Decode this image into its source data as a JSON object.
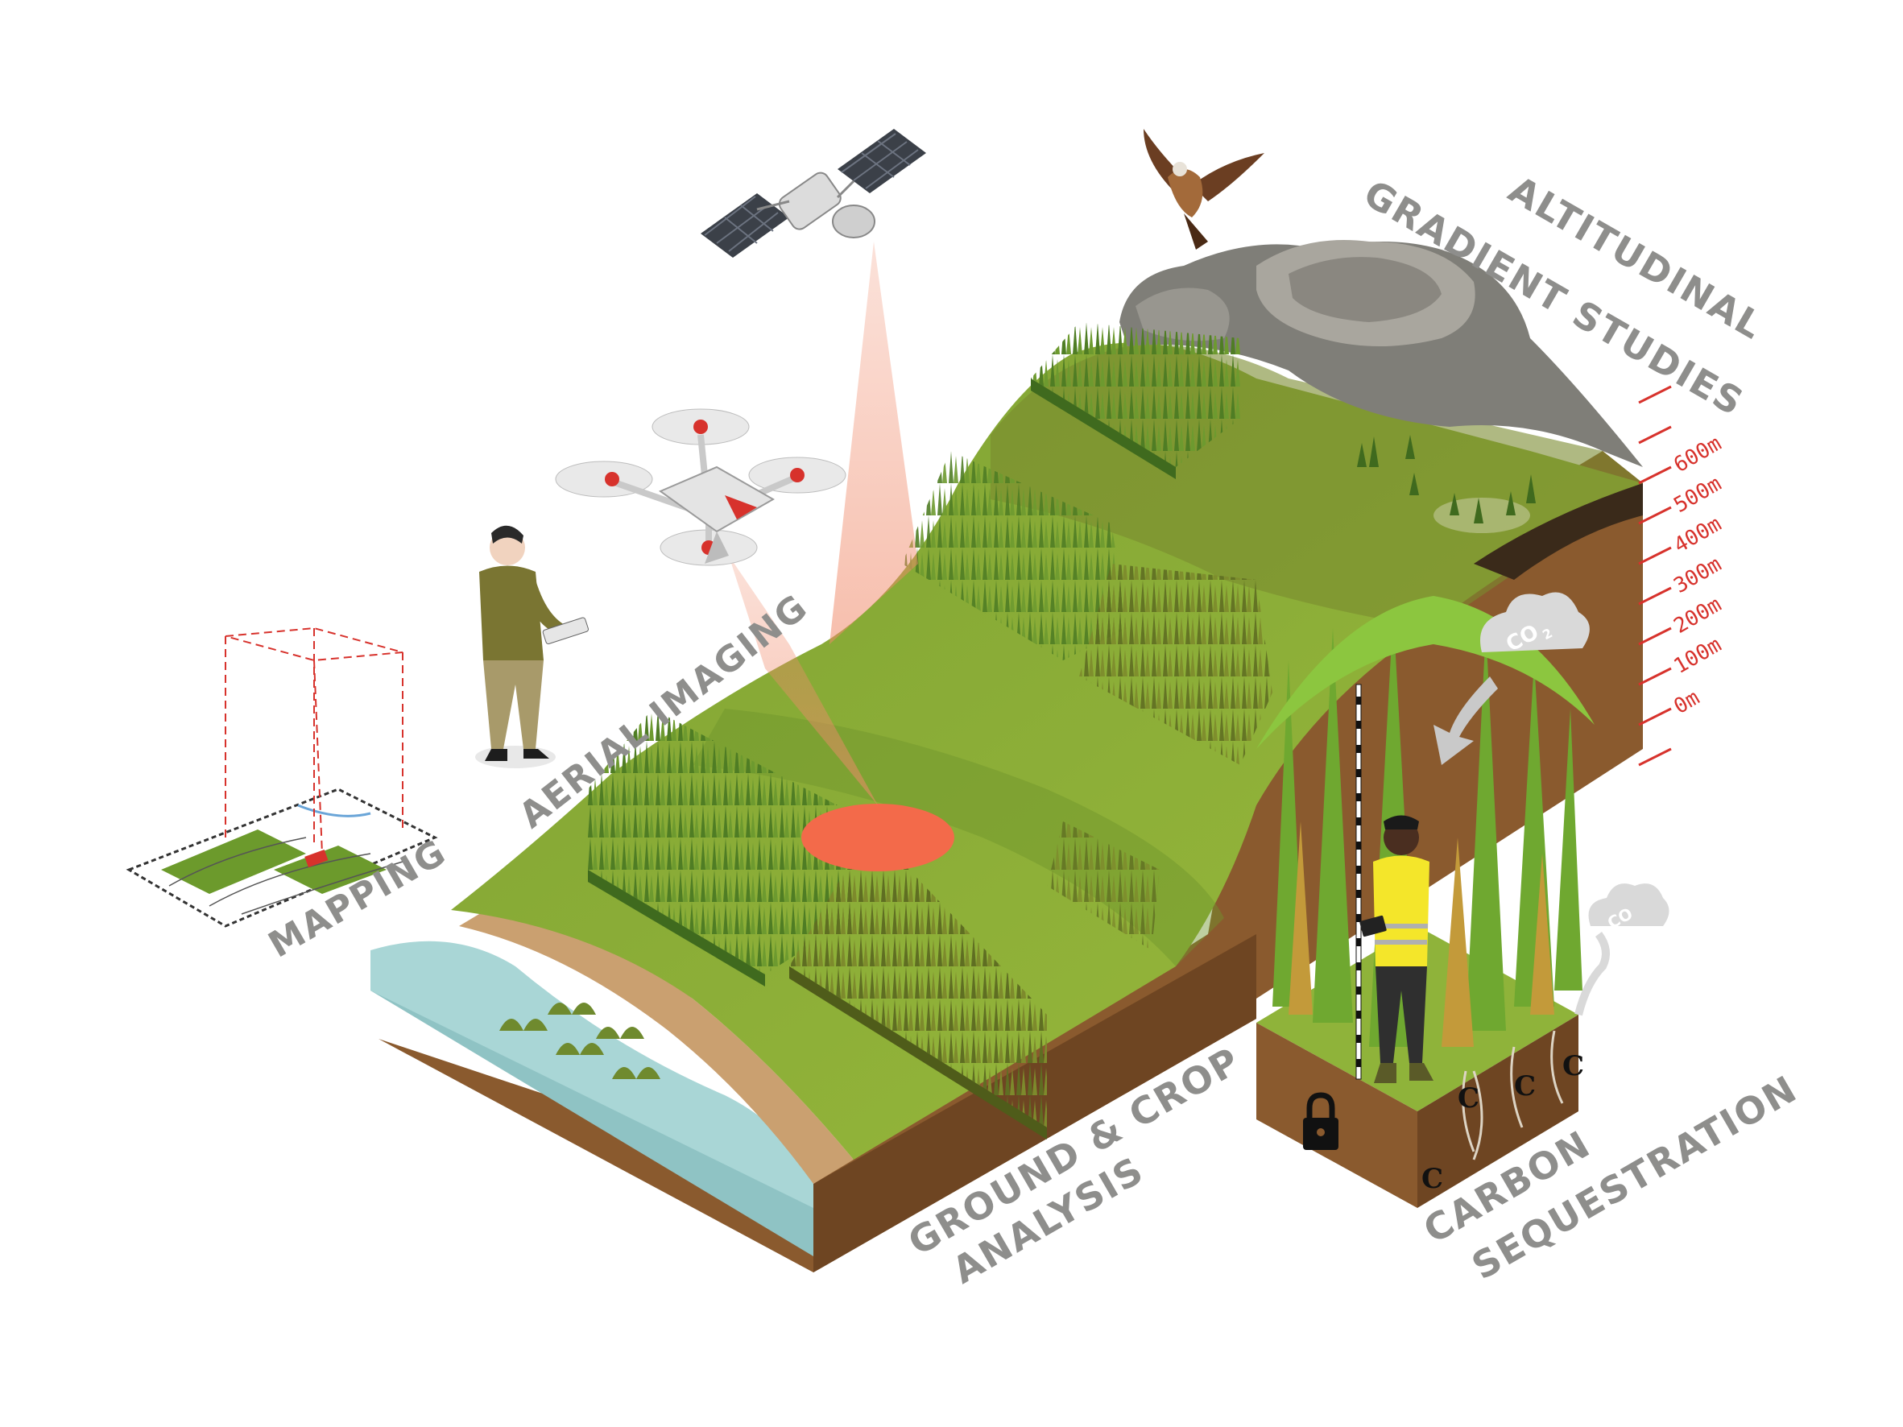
{
  "labels": {
    "mapping": "MAPPING",
    "aerial_imaging": "AERIAL IMAGING",
    "ground_line1": "GROUND & CROP",
    "ground_line2": "ANALYSIS",
    "altitude_line1": "ALTITUDINAL",
    "altitude_line2": "GRADIENT STUDIES",
    "carbon_line1": "CARBON",
    "carbon_line2": "SEQUESTRATION",
    "co2_cloud_1": "CO",
    "co2_sub": "2",
    "co2_cloud_2": "CO",
    "carbon_letter": "C"
  },
  "altitude_scale": [
    "600m",
    "500m",
    "400m",
    "300m",
    "200m",
    "100m",
    "0m"
  ],
  "colors": {
    "label_grey": "#8e8e8c",
    "accent_red": "#d7322c",
    "grass_light": "#8fb33a",
    "grass_dark": "#5e8a2a",
    "soil": "#8a5a2e",
    "rock": "#7f7e78",
    "water": "#a9d6d6",
    "laser_beam": "#f08a6a"
  },
  "icons": [
    "satellite-icon",
    "drone-icon",
    "eagle-icon",
    "map-icon",
    "person-icon",
    "surveyor-icon",
    "padlock-icon",
    "co2-cloud-icon",
    "arrow-icon"
  ]
}
